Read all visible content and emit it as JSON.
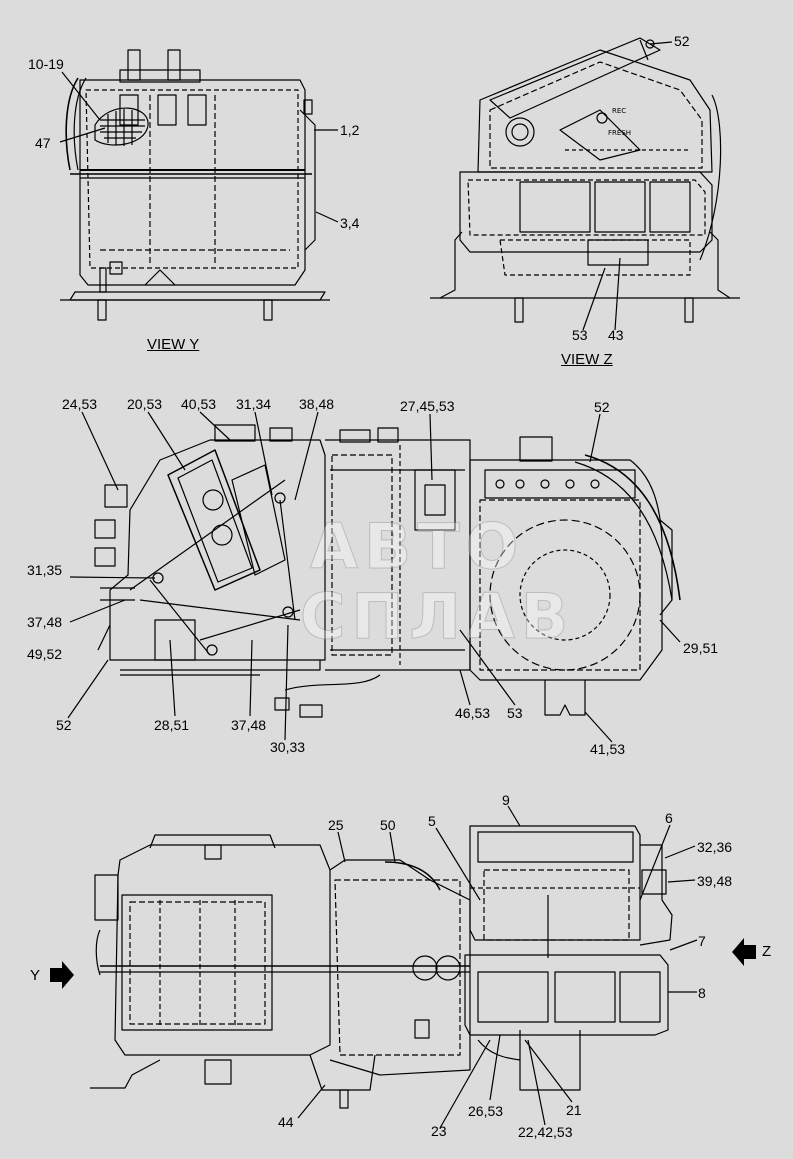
{
  "views": {
    "view_y": {
      "title": "VIEW Y"
    },
    "view_z": {
      "title": "VIEW Z",
      "flap_labels": [
        "REC",
        "FRESH"
      ]
    }
  },
  "labels": {
    "view_y": [
      "10-19",
      "47",
      "1,2",
      "3,4"
    ],
    "view_z": [
      "52",
      "53",
      "43"
    ],
    "middle": [
      "24,53",
      "20,53",
      "40,53",
      "31,34",
      "38,48",
      "27,45,53",
      "52",
      "31,35",
      "37,48",
      "49,52",
      "52",
      "28,51",
      "37,48",
      "30,33",
      "46,53",
      "53",
      "29,51",
      "41,53"
    ],
    "bottom": [
      "9",
      "25",
      "50",
      "5",
      "6",
      "32,36",
      "39,48",
      "7",
      "Z",
      "Y",
      "8",
      "44",
      "23",
      "26,53",
      "21",
      "22,42,53"
    ]
  },
  "direction_arrows": {
    "y_label": "Y",
    "z_label": "Z"
  },
  "watermark": {
    "line1": "АВТО",
    "line2": "СПЛАВ"
  }
}
